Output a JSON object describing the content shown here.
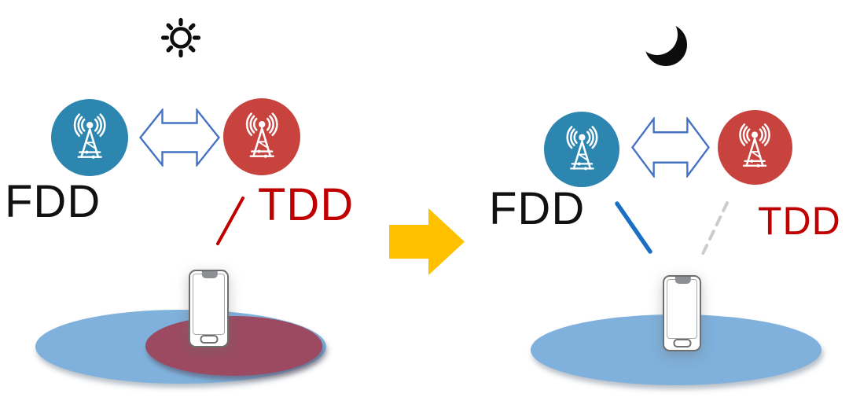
{
  "scenes": {
    "day": {
      "time_of_day_icon": "sun-icon",
      "base_stations": [
        {
          "label": "FDD",
          "icon": "antenna-icon",
          "circle_color": "#2C86B0",
          "label_color": "#111111"
        },
        {
          "label": "TDD",
          "icon": "antenna-icon",
          "circle_color": "#C8423E",
          "label_color": "#C00000"
        }
      ],
      "swap_icon": "double-headed-arrow-icon",
      "phone_icon": "smartphone-icon",
      "links": [
        {
          "from": "TDD",
          "to": "phone",
          "style": "solid",
          "color": "#C00000"
        }
      ],
      "coverage": [
        {
          "name": "fdd-coverage",
          "color": "#7FB1DC"
        },
        {
          "name": "tdd-coverage-overlap",
          "color": "#9C4A61"
        }
      ]
    },
    "night": {
      "time_of_day_icon": "moon-icon",
      "base_stations": [
        {
          "label": "FDD",
          "icon": "antenna-icon",
          "circle_color": "#2C86B0",
          "label_color": "#111111"
        },
        {
          "label": "TDD",
          "icon": "antenna-icon",
          "circle_color": "#C8423E",
          "label_color": "#C00000"
        }
      ],
      "swap_icon": "double-headed-arrow-icon",
      "phone_icon": "smartphone-icon",
      "links": [
        {
          "from": "FDD",
          "to": "phone",
          "style": "solid",
          "color": "#1C70C4"
        },
        {
          "from": "TDD",
          "to": "phone",
          "style": "dashed",
          "color": "#C9CDD0"
        }
      ],
      "coverage": [
        {
          "name": "fdd-coverage",
          "color": "#7FB1DC"
        }
      ]
    }
  },
  "transition": {
    "icon": "right-arrow-icon",
    "color": "#FFC000"
  },
  "colors": {
    "swap_arrow_outline": "#4472C4",
    "icon_black": "#0D0D0D",
    "phone_border": "#6F6F6F"
  }
}
